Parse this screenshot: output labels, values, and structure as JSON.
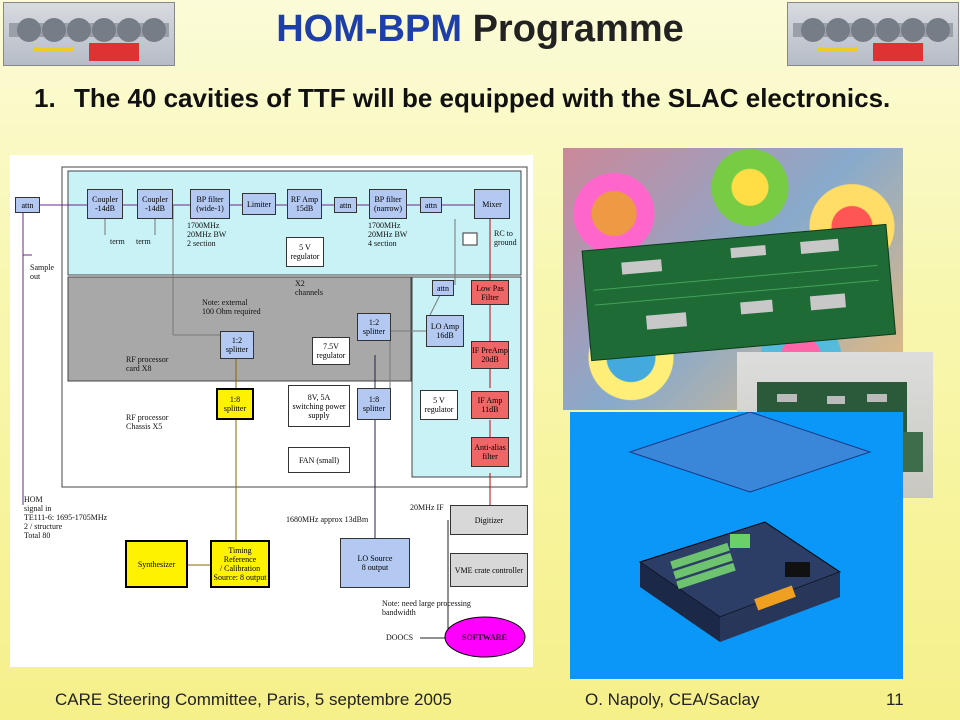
{
  "title": {
    "part1": "HOM-BPM",
    "part2": "Programme"
  },
  "bullet": {
    "number": "1.",
    "text": "The 40 cavities of TTF will be equipped with the SLAC electronics."
  },
  "footer": {
    "left": "CARE Steering Committee, Paris, 5 septembre 2005",
    "center": "O. Napoly, CEA/Saclay",
    "page": "11"
  },
  "diagram": {
    "attn_in": "attn",
    "coupler1": "Coupler\n-14dB",
    "coupler2": "Coupler\n-14dB",
    "bp_wide": "BP filter\n(wide-1)",
    "limiter": "Limiter",
    "rf_amp": "RF Amp\n15dB",
    "attn2": "attn",
    "bp_narrow": "BP filter\n(narrow)",
    "attn3": "attn",
    "mixer": "Mixer",
    "term1": "term",
    "term2": "term",
    "wide_spec": "1700MHz\n20MHz BW\n2 section",
    "narrow_spec": "1700MHz\n20MHz BW\n4 section",
    "reg5v_top": "5 V\nregulator",
    "rc_ground": "RC to\nground",
    "sample_out": "Sample\nout",
    "x2_channels": "X2\nchannels",
    "attn4": "attn",
    "low_pass": "Low Pas\nFilter",
    "note_external": "Note: external\n100 Ohm required",
    "splitter12_a": "1:2\nsplitter",
    "reg75v": "7.5V\nregulator",
    "splitter12_b": "1:2\nsplitter",
    "lo_amp": "LO Amp\n16dB",
    "if_preamp": "IF PreAmp\n20dB",
    "rf_card": "RF processor\ncard X8",
    "splitter18_a": "1:8\nsplitter",
    "power_supply": "8V, 5A\nswitching power\nsupply",
    "splitter18_b": "1:8\nsplitter",
    "reg5v_bottom": "5 V\nregulator",
    "if_amp": "IF Amp\n11dB",
    "rf_chassis": "RF processor\nChassis  X5",
    "fan": "FAN (small)",
    "anti_alias": "Anti-alias\nfilter",
    "hom_signal": "HOM\nsignal in\nTE111-6: 1695-1705MHz\n2 / structure\nTotal 80",
    "lo_level": "1680MHz approx 13dBm",
    "if_20": "20MHz IF",
    "digitizer": "Digitizer",
    "synthesizer": "Synthesizer",
    "timing_ref": "Timing Reference\n/ Calibration\nSource: 8 output",
    "lo_source": "LO Source\n8 output",
    "vme": "VME crate controller",
    "note_processing": "Note: need large processing\nbandwidth",
    "doocs": "DOOCS",
    "software": "SOFTWARE"
  },
  "colors": {
    "title_blue": "#1f3fa8",
    "block_blue": "#b3c9f2",
    "block_yellow": "#fff200",
    "block_red": "#ee6666",
    "software_magenta": "#ff00ff"
  }
}
